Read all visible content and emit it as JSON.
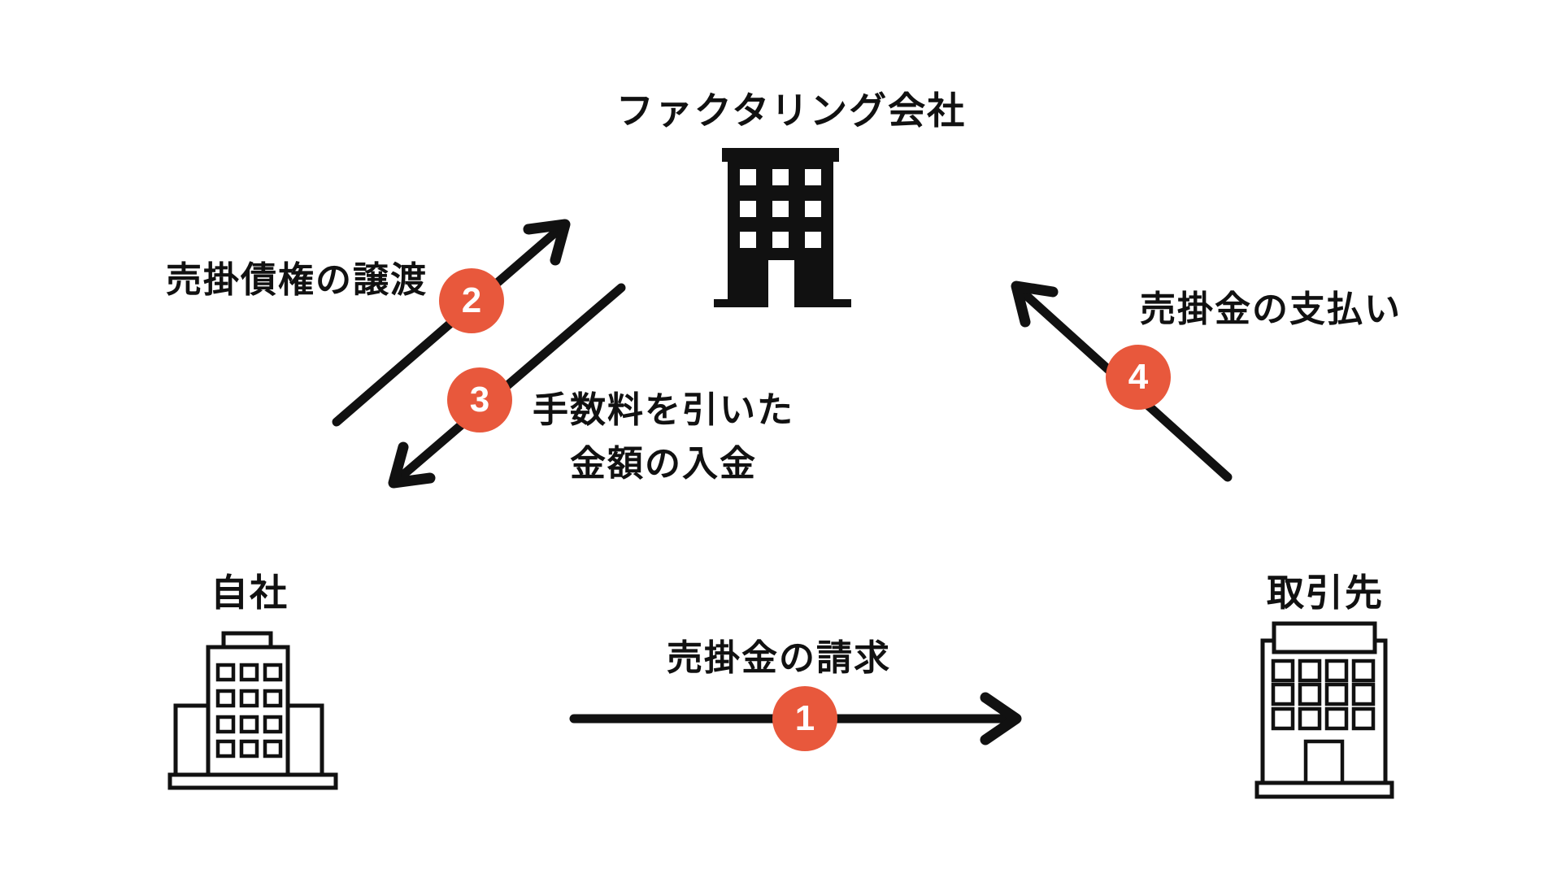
{
  "colors": {
    "accent": "#E8583C",
    "ink": "#111111",
    "background": "#FFFFFF"
  },
  "nodes": {
    "factoring": {
      "label": "ファクタリング会社",
      "icon": "building-solid-icon"
    },
    "own": {
      "label": "自社",
      "icon": "building-outline-icon"
    },
    "partner": {
      "label": "取引先",
      "icon": "building-outline-wide-icon"
    }
  },
  "steps": {
    "s1": {
      "number": "1",
      "label": "売掛金の請求",
      "from": "自社",
      "to": "取引先"
    },
    "s2": {
      "number": "2",
      "label": "売掛債権の譲渡",
      "from": "自社",
      "to": "ファクタリング会社"
    },
    "s3": {
      "number": "3",
      "label_line1": "手数料を引いた",
      "label_line2": "金額の入金",
      "from": "ファクタリング会社",
      "to": "自社"
    },
    "s4": {
      "number": "4",
      "label": "売掛金の支払い",
      "from": "取引先",
      "to": "ファクタリング会社"
    }
  }
}
